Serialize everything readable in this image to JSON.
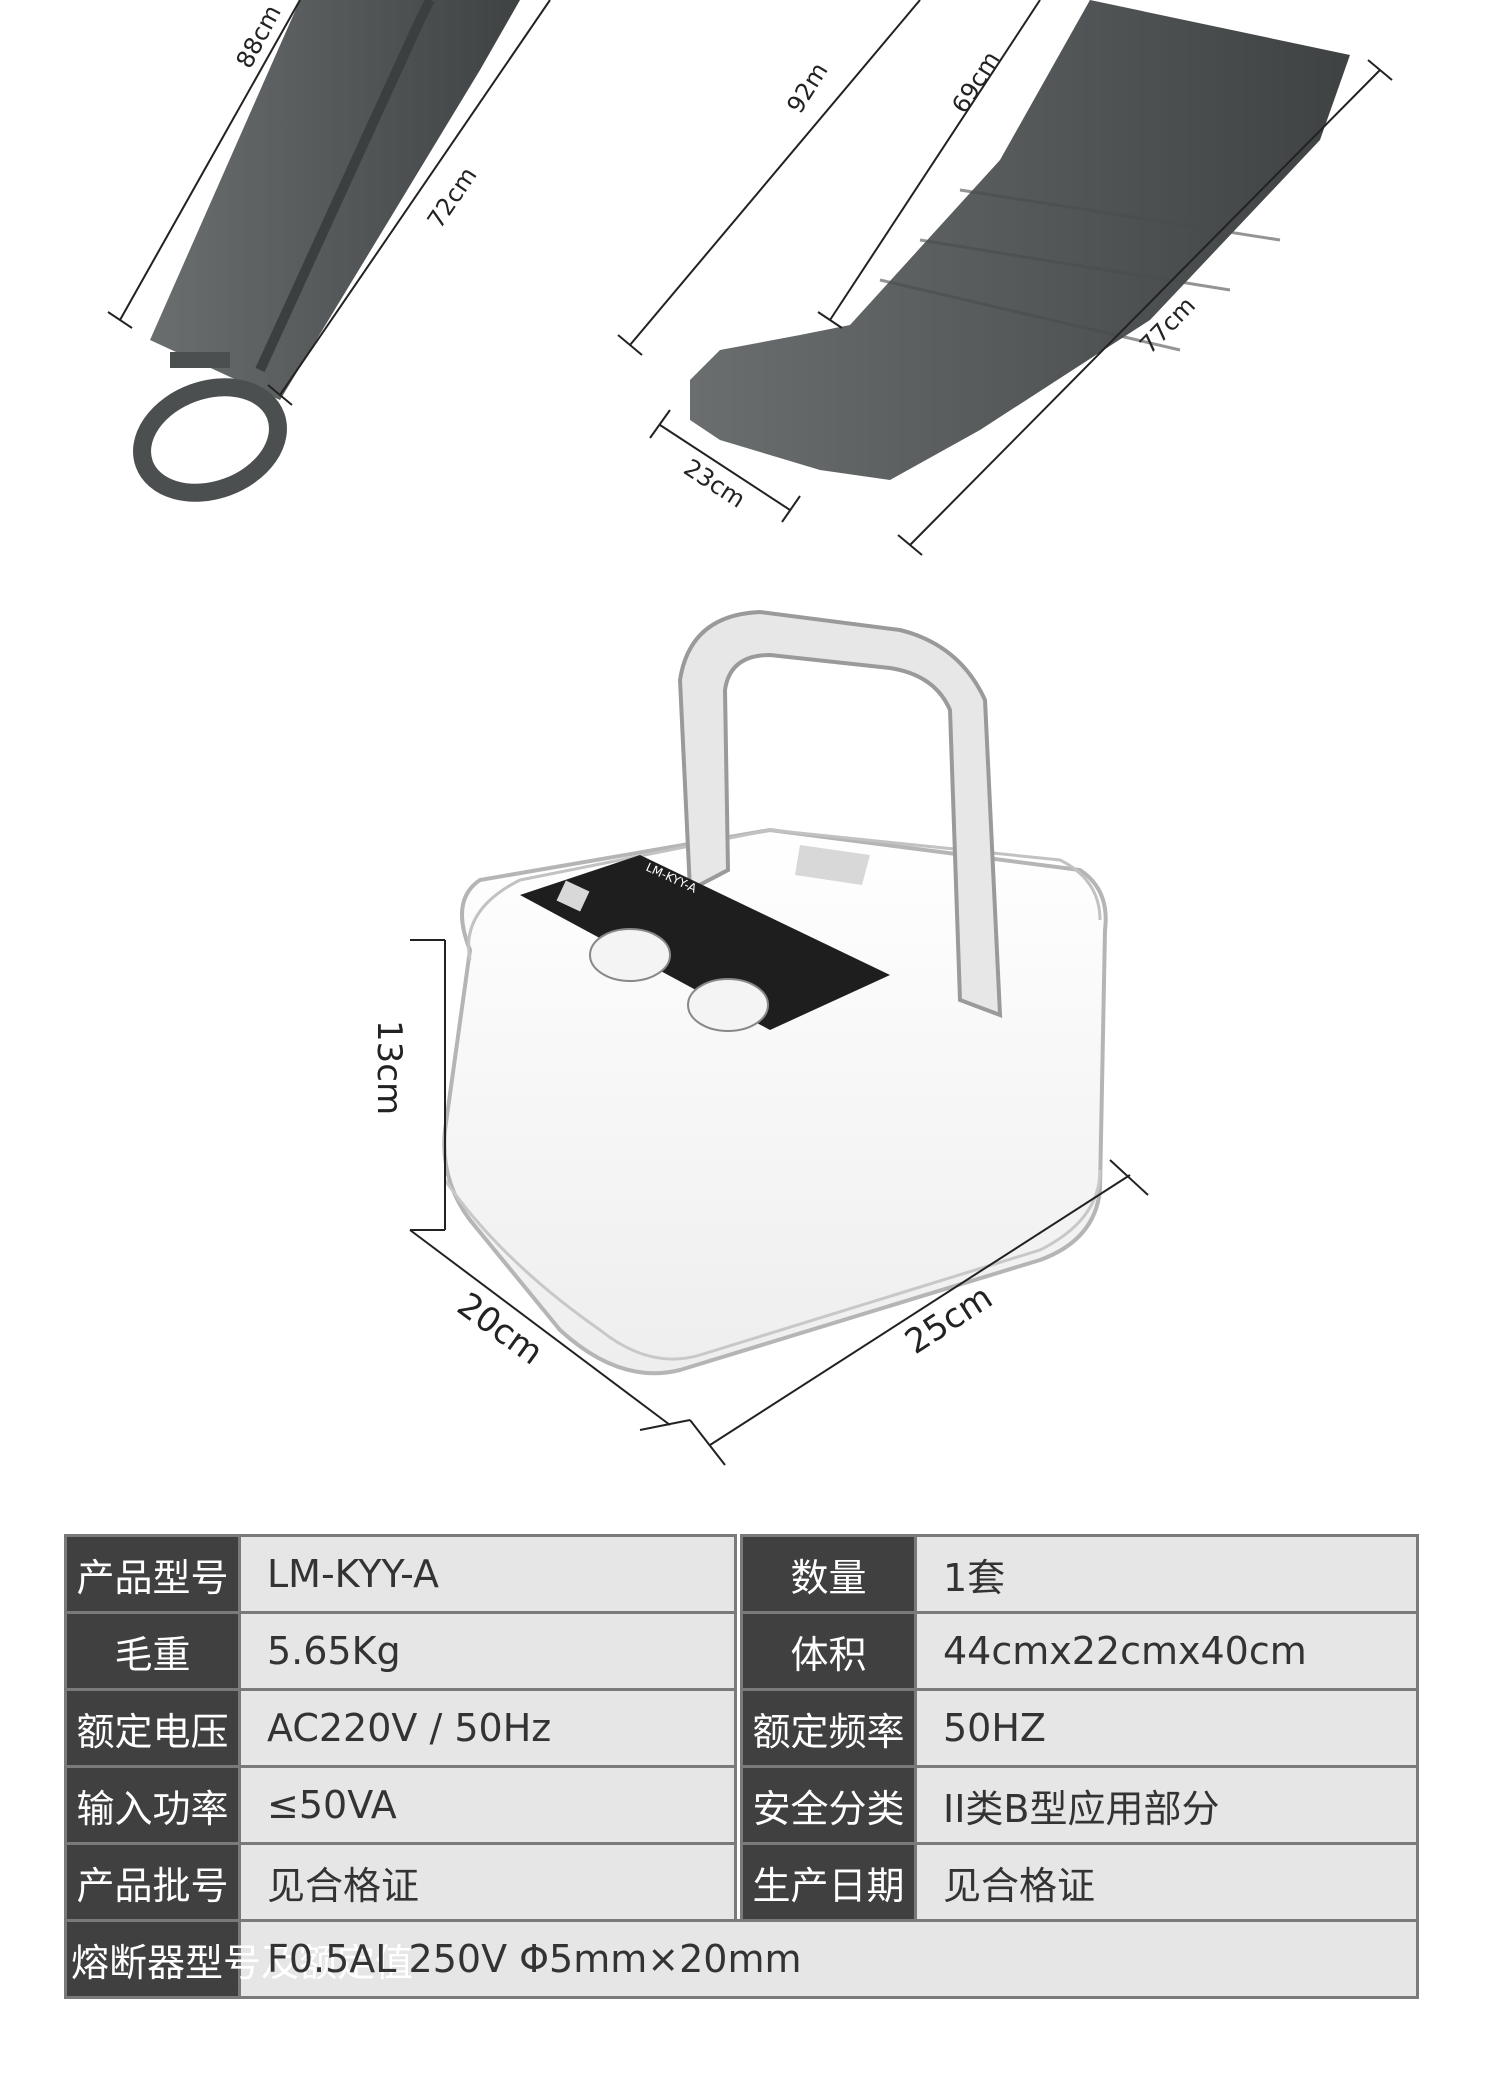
{
  "dimensions": {
    "arm_length": "88cm",
    "arm_inner": "72cm",
    "leg_length": "92m",
    "leg_inner": "69cm",
    "leg_outer": "77cm",
    "foot_width": "23cm",
    "device_height": "13cm",
    "device_depth": "20cm",
    "device_width": "25cm"
  },
  "device_panel": {
    "model_mark": "LM-KYY-A"
  },
  "specs": {
    "rows": [
      {
        "k1": "产品型号",
        "v1": "LM-KYY-A",
        "k2": "数量",
        "v2": "1套"
      },
      {
        "k1": "毛重",
        "v1": "5.65Kg",
        "k2": "体积",
        "v2": "44cmx22cmx40cm"
      },
      {
        "k1": "额定电压",
        "v1": "AC220V / 50Hz",
        "k2": "额定频率",
        "v2": "50HZ"
      },
      {
        "k1": "输入功率",
        "v1": "≤50VA",
        "k2": "安全分类",
        "v2": "II类B型应用部分"
      },
      {
        "k1": "产品批号",
        "v1": "见合格证",
        "k2": "生产日期",
        "v2": "见合格证"
      }
    ],
    "fuse": {
      "key": "熔断器型号及额定值",
      "value": "F0.5AL 250V  Φ5mm×20mm"
    }
  },
  "colors": {
    "sleeve": "#55595a",
    "key_cell": "#404040",
    "value_cell": "#e6e6e6",
    "panel": "#1e1e1e"
  }
}
